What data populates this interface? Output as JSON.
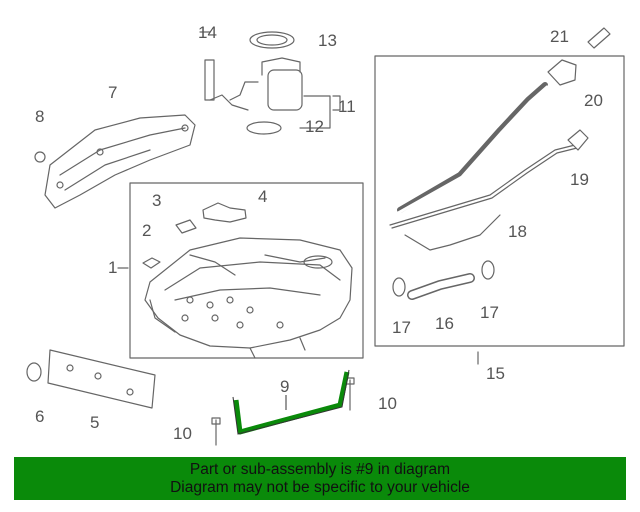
{
  "callouts": {
    "n1": "1",
    "n2": "2",
    "n3": "3",
    "n4": "4",
    "n5": "5",
    "n6": "6",
    "n7": "7",
    "n8": "8",
    "n9": "9",
    "n10a": "10",
    "n10b": "10",
    "n11": "11",
    "n12": "12",
    "n13": "13",
    "n14": "14",
    "n15": "15",
    "n16": "16",
    "n17a": "17",
    "n17b": "17",
    "n18": "18",
    "n19": "19",
    "n20": "20",
    "n21": "21"
  },
  "notice": {
    "line1": "Part or sub-assembly is #9 in diagram",
    "line2": "Diagram may not be specific to your vehicle"
  },
  "colors": {
    "line": "#666666",
    "highlight": "#0a8a0a",
    "banner": "#0a8a0a"
  }
}
